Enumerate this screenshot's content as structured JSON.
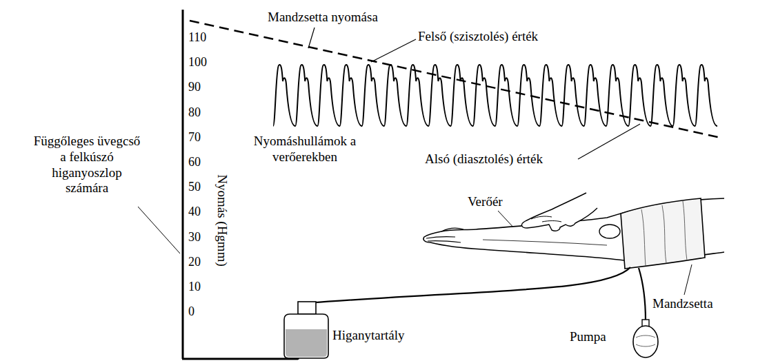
{
  "diagram": {
    "labels": [
      "Mandzsetta nyomása",
      "Felső (szisztolés) érték",
      "110",
      "100",
      "90",
      "80",
      "70",
      "60",
      "50",
      "40",
      "30",
      "20",
      "10",
      "0",
      "Nyomáshullámok a verőerekben",
      "Alsó (diasztolés) érték",
      "Függőleges üvegcső a felkúszó higanyoszlop számára",
      "Nyomás (Hgmm)",
      "Verőér",
      "Higanytartály",
      "Pumpa",
      "Mandzsetta"
    ]
  }
}
